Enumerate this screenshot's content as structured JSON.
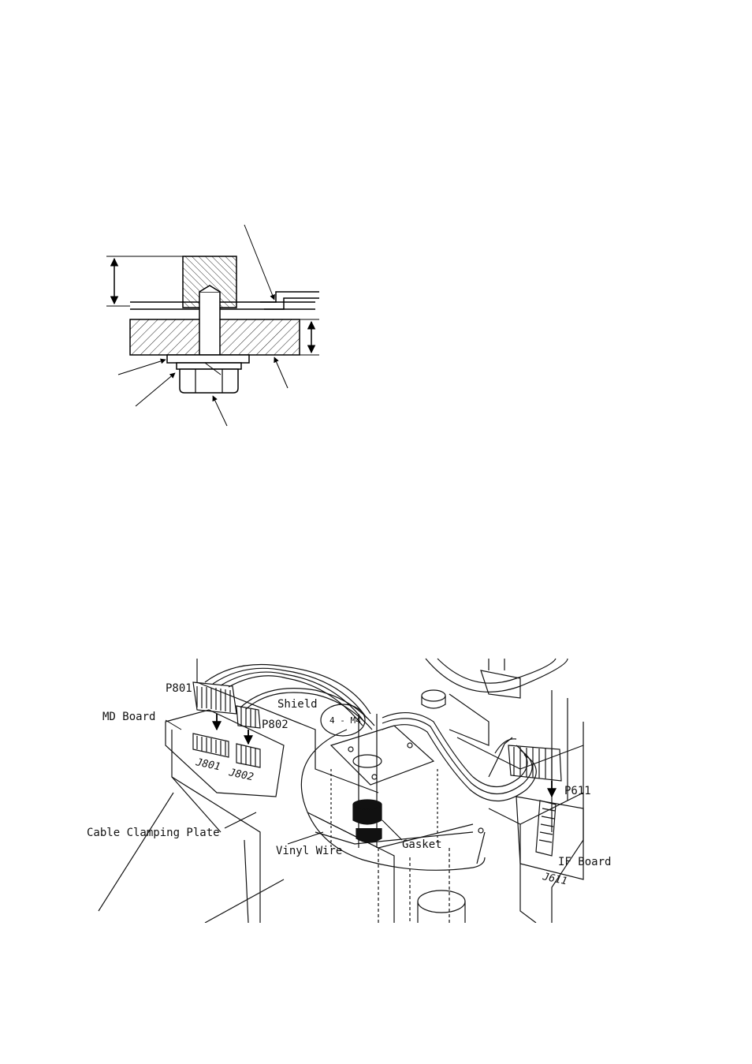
{
  "figure1": {
    "dimension_arrows": 2,
    "pointer_arrows": 5
  },
  "figure2": {
    "labels": {
      "p801": "P801",
      "p802": "P802",
      "j801": "J801",
      "j802": "J802",
      "md_board": "MD Board",
      "shield": "Shield",
      "m4": "4 - M4",
      "cable_clamping_plate": "Cable Clamping Plate",
      "vinyl_wire": "Vinyl Wire",
      "gasket": "Gasket",
      "p611": "P611",
      "j611": "J611",
      "if_board": "IF Board"
    }
  }
}
